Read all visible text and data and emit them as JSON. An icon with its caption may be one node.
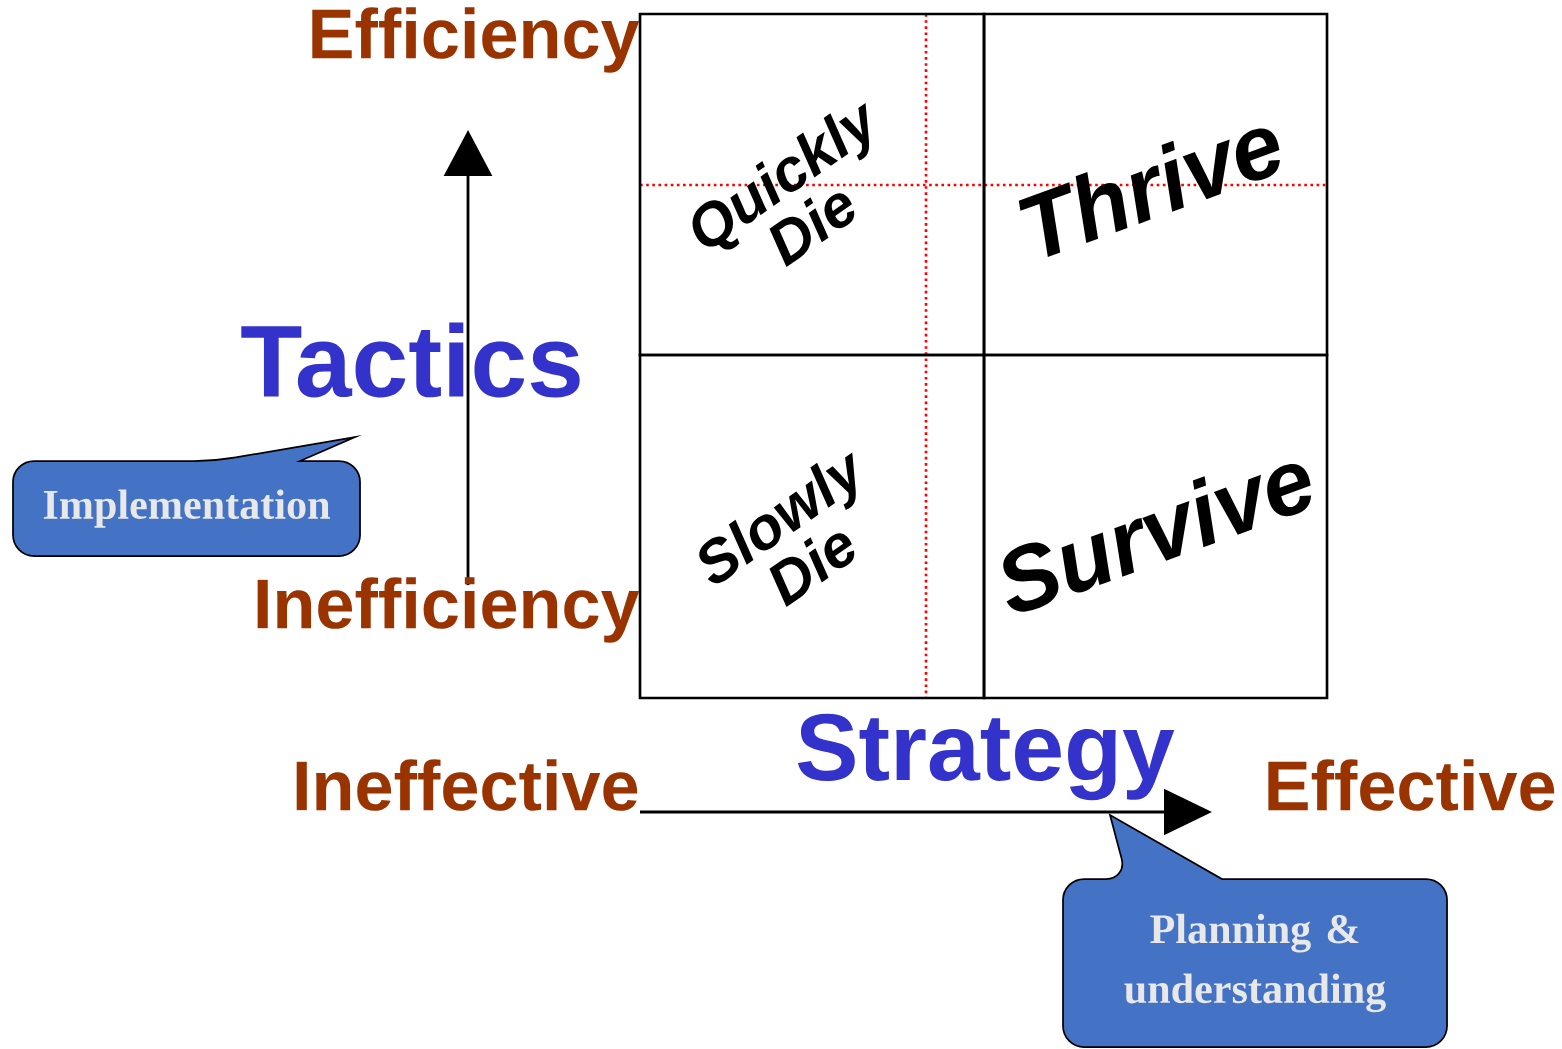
{
  "diagram": {
    "nodes": [
      {
        "text": [
          "Quickly Die"
        ]
      },
      {
        "text": [
          "Thrive"
        ]
      },
      {
        "text": [
          "Slowly Die"
        ]
      },
      {
        "text": [
          "Survive"
        ]
      },
      {
        "text": [
          "Implementation"
        ]
      },
      {
        "text": [
          "Planning & understanding"
        ]
      }
    ],
    "labels": [
      "Efficiency",
      "Tactics",
      "Inefficiency",
      "Strategy",
      "Ineffective",
      "Effective"
    ]
  }
}
